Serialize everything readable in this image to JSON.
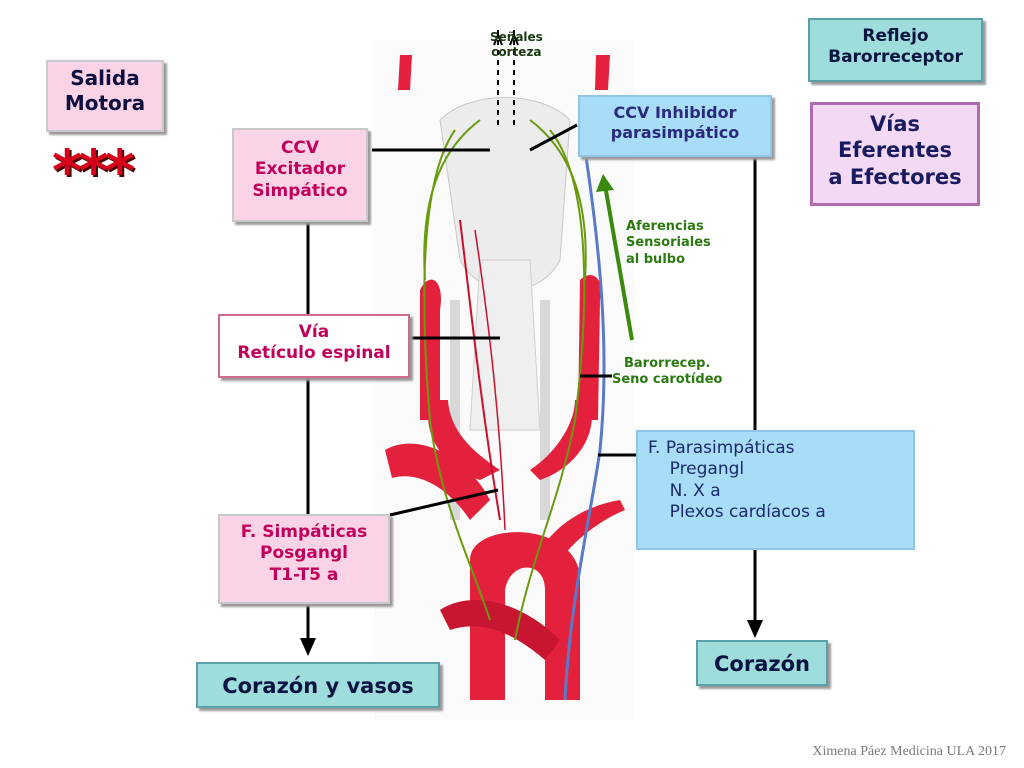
{
  "boxes": {
    "salida": "Salida\nMotora",
    "reflejo": "Reflejo\nBarorreceptor",
    "vias": "Vías\nEferentes\na Efectores",
    "ccv_exc": "CCV\nExcitador\nSimpático",
    "ccv_inh": "CCV Inhibidor\nparasimpático",
    "reticulo": "Vía\nRetículo espinal",
    "f_simp": "F. Simpáticas\nPosgangl\nT1-T5 a",
    "f_parasimp": "F. Parasimpáticas\n    Pregangl\n    N. X a\n    Plexos cardíacos a",
    "corazon_vasos": "Corazón y vasos",
    "corazon": "Corazón"
  },
  "labels": {
    "senales": "Señales\ncorteza",
    "aferencias": "Aferencias\nSensoriales\nal bulbo",
    "barorrecep": "Barorrecep.\nSeno carotídeo",
    "stars": "***"
  },
  "credit": "Ximena Páez Medicina ULA 2017",
  "colors": {
    "artery": "#e4213c",
    "nerve_green": "#6a9a10",
    "vein_blue": "#5a7ac8",
    "pink_text": "#c0005a"
  }
}
